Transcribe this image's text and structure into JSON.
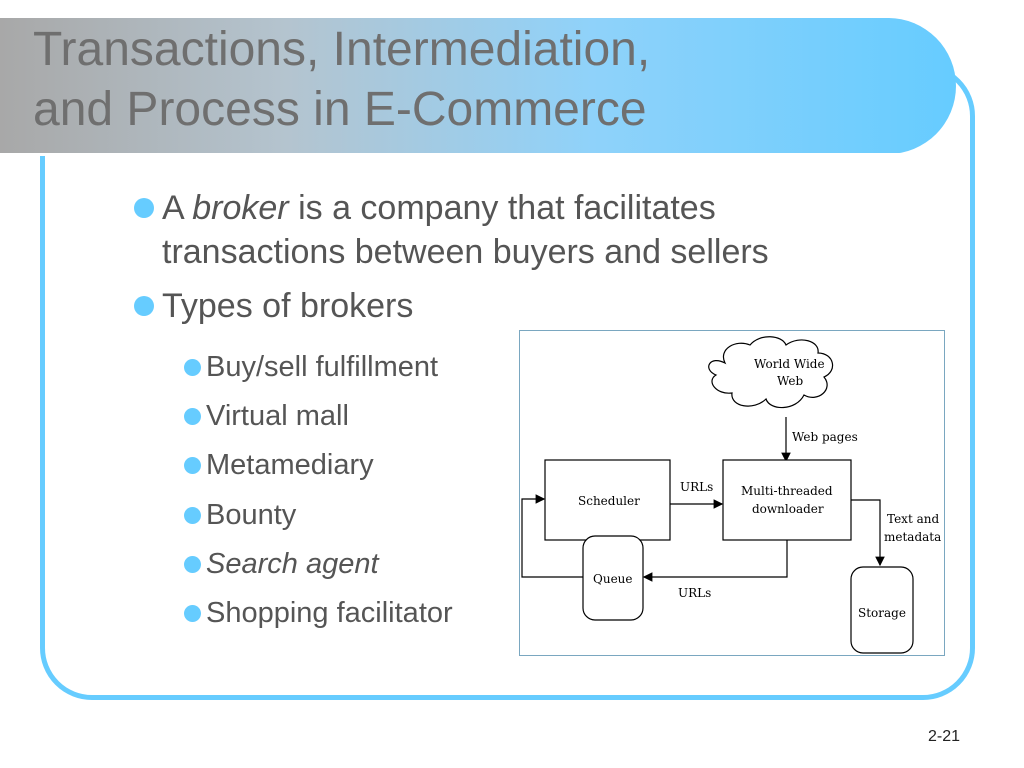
{
  "slide": {
    "title_line1": "Transactions, Intermediation,",
    "title_line2": "and Process in E-Commerce",
    "bullet1": {
      "pre": "A ",
      "em": "broker",
      "post": " is a company that facilitates transactions between buyers and sellers"
    },
    "bullet2": "Types of brokers",
    "sub_items": [
      "Buy/sell fulfillment",
      "Virtual mall",
      "Metamediary",
      "Bounty",
      "Search agent",
      "Shopping facilitator"
    ],
    "page_number": "2-21"
  },
  "diagram": {
    "cloud_line1": "World Wide",
    "cloud_line2": "Web",
    "web_pages": "Web pages",
    "scheduler": "Scheduler",
    "urls_top": "URLs",
    "downloader_line1": "Multi-threaded",
    "downloader_line2": "downloader",
    "text_meta_line1": "Text and",
    "text_meta_line2": "metadata",
    "queue": "Queue",
    "urls_bottom": "URLs",
    "storage": "Storage"
  },
  "colors": {
    "accent": "#66ccff",
    "title_text": "#6f6f6f",
    "body_text": "#555555"
  }
}
